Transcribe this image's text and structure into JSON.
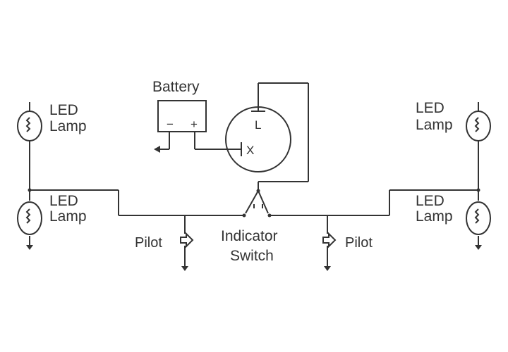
{
  "labels": {
    "battery": "Battery",
    "battery_minus": "−",
    "battery_plus": "+",
    "flasher_L": "L",
    "flasher_X": "X",
    "led_top_left": [
      "LED",
      "Lamp"
    ],
    "led_bottom_left": [
      "LED",
      "Lamp"
    ],
    "led_top_right": [
      "LED",
      "Lamp"
    ],
    "led_bottom_right": [
      "LED",
      "Lamp"
    ],
    "pilot_left": "Pilot",
    "pilot_right": "Pilot",
    "indicator_switch": [
      "Indicator",
      "Switch"
    ]
  }
}
